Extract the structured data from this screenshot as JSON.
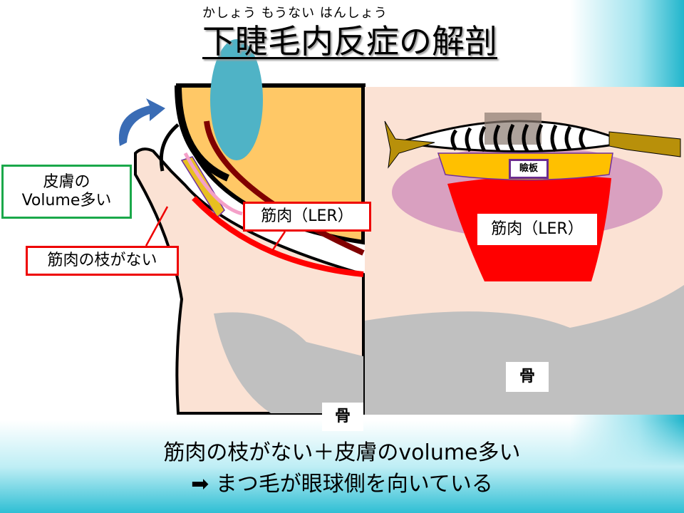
{
  "slide": {
    "title_ruby": "かしょう もうない はんしょう",
    "title": "下睫毛内反症の解剖"
  },
  "left_diagram": {
    "skin_label_line1": "皮膚の",
    "skin_label_line2": "Volume多い",
    "muscle_label": "筋肉（LER）",
    "no_branch_label": "筋肉の枝がない",
    "bone_label": "骨"
  },
  "right_diagram": {
    "tarsus_label": "瞼板",
    "muscle_label": "筋肉（LER）",
    "bone_label": "骨"
  },
  "caption": {
    "line1": "筋肉の枝がない＋皮膚のvolume多い",
    "line2_arrow": "➡",
    "line2": "まつ毛が眼球側を向いている"
  },
  "colors": {
    "red": "#ff0000",
    "green": "#1aa84a",
    "purple": "#6b2d8f",
    "skin": "#fbe2d4",
    "bone": "#c0c0c0",
    "tarsus": "#ffc000"
  }
}
